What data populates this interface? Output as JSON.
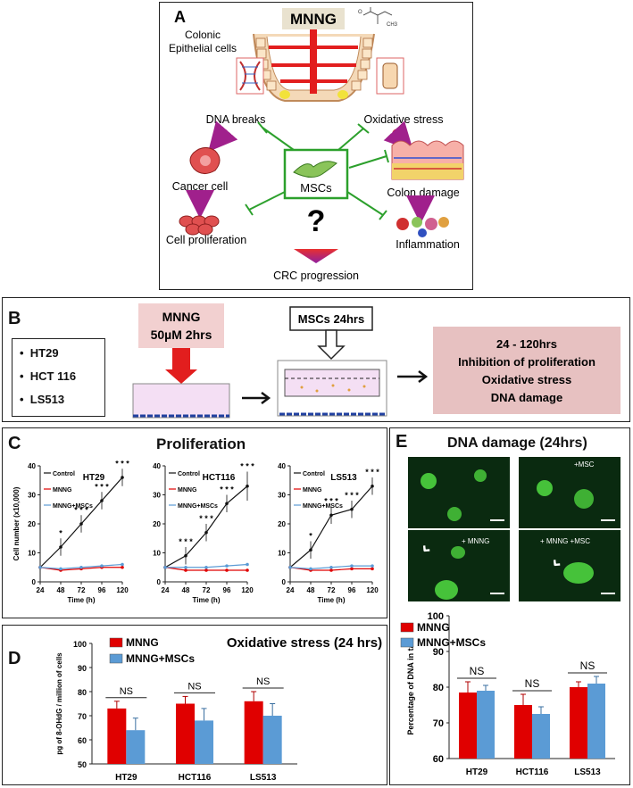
{
  "panelA": {
    "label": "A",
    "mnng": "MNNG",
    "epithelial": "Colonic\nEpithelial cells",
    "dna_breaks": "DNA breaks",
    "oxidative": "Oxidative stress",
    "cancer_cell": "Cancer cell",
    "mscs": "MSCs",
    "colon_damage": "Colon damage",
    "question": "?",
    "cell_prolif": "Cell proliferation",
    "inflammation": "Inflammation",
    "crc": "CRC progression"
  },
  "panelB": {
    "label": "B",
    "cell_lines": [
      "HT29",
      "HCT 116",
      "LS513"
    ],
    "mnng_title": "MNNG",
    "mnng_dose": "50µM 2hrs",
    "msc_label": "MSCs 24hrs",
    "results": [
      "24 - 120hrs",
      "Inhibition of proliferation",
      "Oxidative stress",
      "DNA damage"
    ]
  },
  "panelC": {
    "label": "C",
    "title": "Proliferation"
  },
  "panelD": {
    "label": "D"
  },
  "panelE": {
    "label": "E",
    "title": "DNA damage (24hrs)",
    "img_labels": [
      "",
      "+MSC",
      "+ MNNG",
      "+ MNNG +MSC"
    ]
  },
  "colors": {
    "red": "#e00000",
    "blue": "#5b9bd5",
    "green": "#2ca02c",
    "arrow": "#a0208c"
  },
  "chart_data": [
    {
      "type": "line",
      "title": "HT29",
      "xlabel": "Time (h)",
      "ylabel": "Cell number (x10,000)",
      "x": [
        24,
        48,
        72,
        96,
        120
      ],
      "xlim": [
        24,
        120
      ],
      "ylim": [
        0,
        40
      ],
      "yticks": [
        0,
        10,
        20,
        30,
        40
      ],
      "series": [
        {
          "name": "Control",
          "values": [
            5,
            12,
            20,
            28,
            36
          ],
          "err": [
            1,
            3,
            3,
            3,
            3
          ]
        },
        {
          "name": "MNNG",
          "values": [
            5,
            4,
            4.5,
            5,
            5
          ],
          "err": [
            0.5,
            0.5,
            0.5,
            0.5,
            0.5
          ]
        },
        {
          "name": "MNNG+MSCs",
          "values": [
            5,
            4.5,
            5,
            5.5,
            6
          ],
          "err": [
            0.5,
            0.5,
            0.5,
            0.5,
            0.5
          ]
        }
      ],
      "annotations": [
        "*",
        "* * *",
        "* * *",
        "* * *"
      ]
    },
    {
      "type": "line",
      "title": "HCT116",
      "xlabel": "Time (h)",
      "ylabel": "",
      "x": [
        24,
        48,
        72,
        96,
        120
      ],
      "xlim": [
        24,
        120
      ],
      "ylim": [
        0,
        40
      ],
      "yticks": [
        0,
        10,
        20,
        30,
        40
      ],
      "series": [
        {
          "name": "Control",
          "values": [
            5,
            9,
            17,
            27,
            33
          ],
          "err": [
            1,
            3,
            3,
            3,
            5
          ]
        },
        {
          "name": "MNNG",
          "values": [
            5,
            4,
            4,
            4,
            4
          ],
          "err": [
            0.5,
            0.5,
            0.5,
            0.5,
            0.5
          ]
        },
        {
          "name": "MNNG+MSCs",
          "values": [
            5,
            5,
            5,
            5.5,
            6
          ],
          "err": [
            0.5,
            0.5,
            0.5,
            0.5,
            0.5
          ]
        }
      ],
      "annotations": [
        "* * *",
        "* * *",
        "* * *",
        "* * *"
      ]
    },
    {
      "type": "line",
      "title": "LS513",
      "xlabel": "Time (h)",
      "ylabel": "",
      "x": [
        24,
        48,
        72,
        96,
        120
      ],
      "xlim": [
        24,
        120
      ],
      "ylim": [
        0,
        40
      ],
      "yticks": [
        0,
        10,
        20,
        30,
        40
      ],
      "series": [
        {
          "name": "Control",
          "values": [
            5,
            11,
            23,
            25,
            33
          ],
          "err": [
            1,
            3,
            3,
            3,
            3
          ]
        },
        {
          "name": "MNNG",
          "values": [
            5,
            4,
            4,
            4.5,
            4.5
          ],
          "err": [
            0.5,
            0.5,
            0.5,
            0.5,
            0.5
          ]
        },
        {
          "name": "MNNG+MSCs",
          "values": [
            5,
            4.5,
            5,
            5.5,
            5.5
          ],
          "err": [
            0.5,
            0.5,
            0.5,
            0.5,
            0.5
          ]
        }
      ],
      "annotations": [
        "*",
        "* * *",
        "* * *",
        "* * *"
      ]
    },
    {
      "type": "bar",
      "title": "Oxidative stress (24 hrs)",
      "ylabel": "pg of 8-OHdG / million of cells",
      "categories": [
        "HT29",
        "HCT116",
        "LS513"
      ],
      "ylim": [
        50,
        100
      ],
      "yticks": [
        50,
        60,
        70,
        80,
        90,
        100
      ],
      "series": [
        {
          "name": "MNNG",
          "values": [
            73,
            75,
            76
          ],
          "err": [
            3,
            3,
            4
          ]
        },
        {
          "name": "MNNG+MSCs",
          "values": [
            64,
            68,
            70
          ],
          "err": [
            5,
            5,
            5
          ]
        }
      ],
      "annotations": [
        "NS",
        "NS",
        "NS"
      ]
    },
    {
      "type": "bar",
      "title": "",
      "ylabel": "Percentage of  DNA in tail",
      "categories": [
        "HT29",
        "HCT116",
        "LS513"
      ],
      "ylim": [
        60,
        100
      ],
      "yticks": [
        60,
        70,
        80,
        90,
        100
      ],
      "series": [
        {
          "name": "MNNG",
          "values": [
            78.5,
            75,
            80
          ],
          "err": [
            3,
            3,
            1.5
          ]
        },
        {
          "name": "MNNG+MSCs",
          "values": [
            79,
            72.5,
            81
          ],
          "err": [
            1.5,
            2,
            2
          ]
        }
      ],
      "annotations": [
        "NS",
        "NS",
        "NS"
      ]
    }
  ]
}
